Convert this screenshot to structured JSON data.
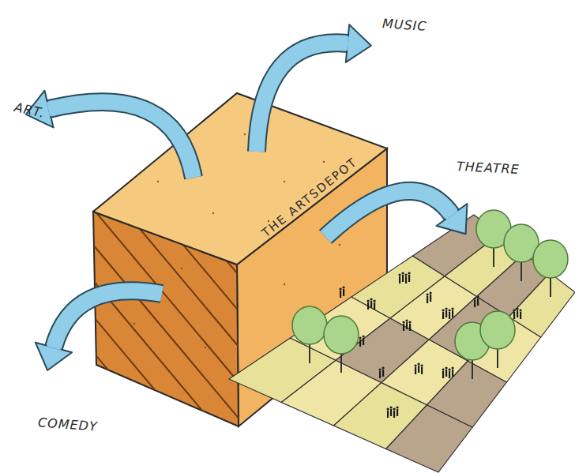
{
  "diagram": {
    "nodes": [
      {
        "text": [
          "THE ARTSDEPOT"
        ]
      }
    ],
    "labels": [
      "ART.",
      "MUSIC",
      "THEATRE",
      "COMEDY"
    ]
  }
}
